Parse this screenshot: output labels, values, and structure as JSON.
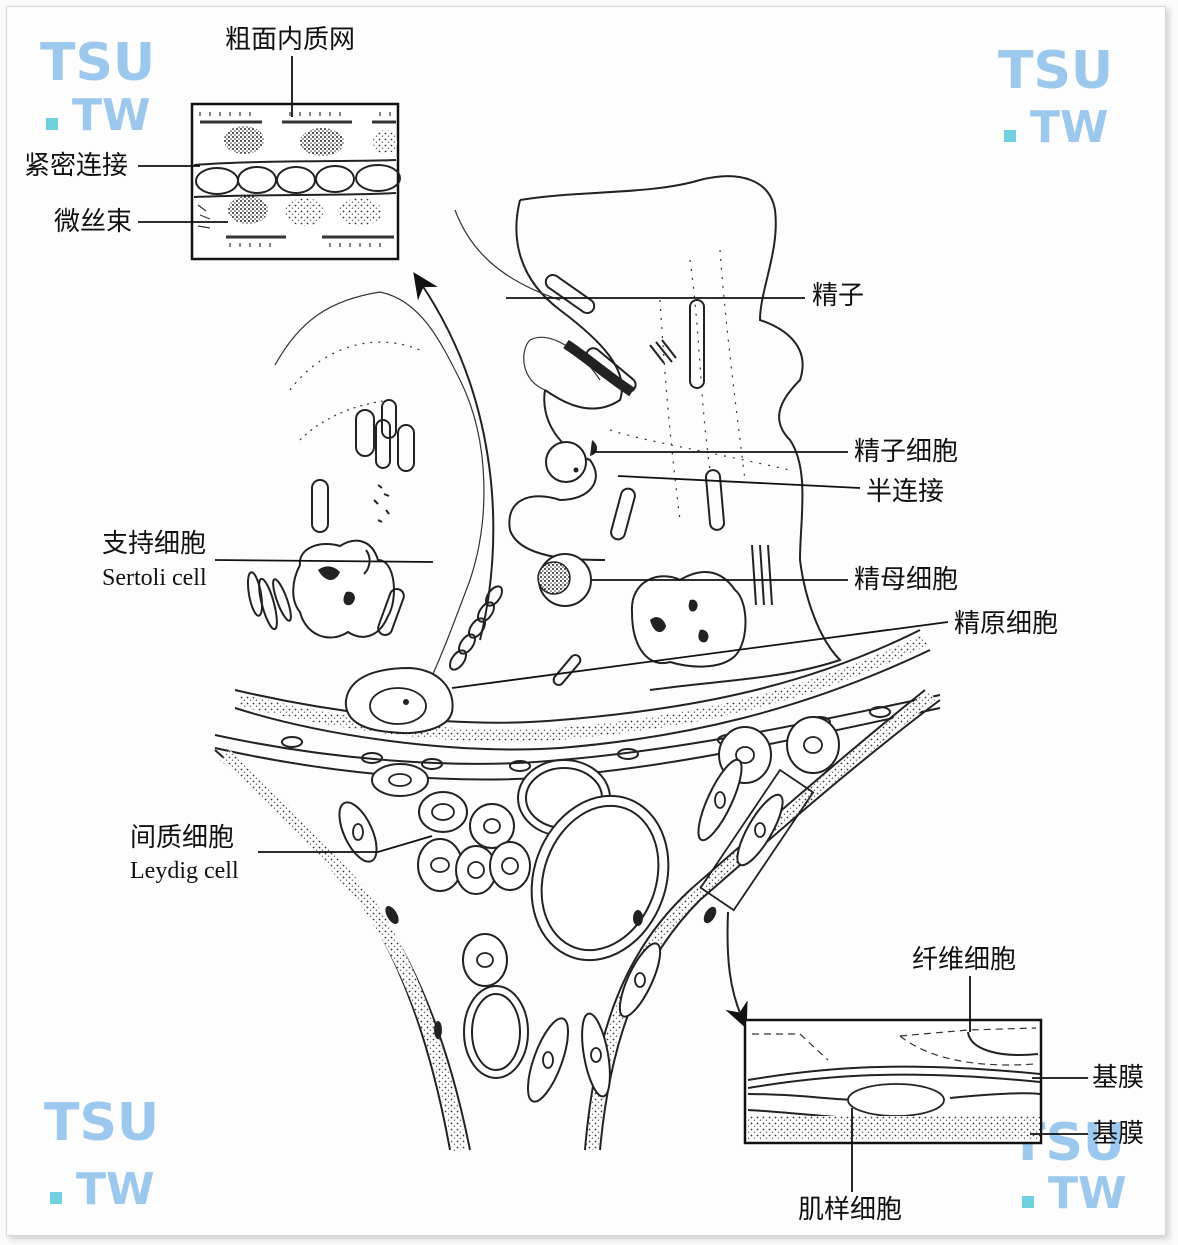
{
  "watermark": {
    "line1": "TSU",
    "line2": "TW"
  },
  "labels": {
    "rough_er": "粗面内质网",
    "tight_junction": "紧密连接",
    "microfilament_bundle": "微丝束",
    "spermatozoon": "精子",
    "spermatid": "精子细胞",
    "hemidesmosome": "半连接",
    "sertoli_zh": "支持细胞",
    "sertoli_en": "Sertoli cell",
    "spermatocyte": "精母细胞",
    "spermatogonium": "精原细胞",
    "leydig_zh": "间质细胞",
    "leydig_en": "Leydig cell",
    "fibroblast": "纤维细胞",
    "basement_membrane_1": "基膜",
    "basement_membrane_2": "基膜",
    "myoid_cell": "肌样细胞"
  },
  "colors": {
    "ink": "#222222",
    "watermark": "#9cc8ee",
    "watermark_dot": "#6fd0e0",
    "background": "#fbfbfb"
  }
}
